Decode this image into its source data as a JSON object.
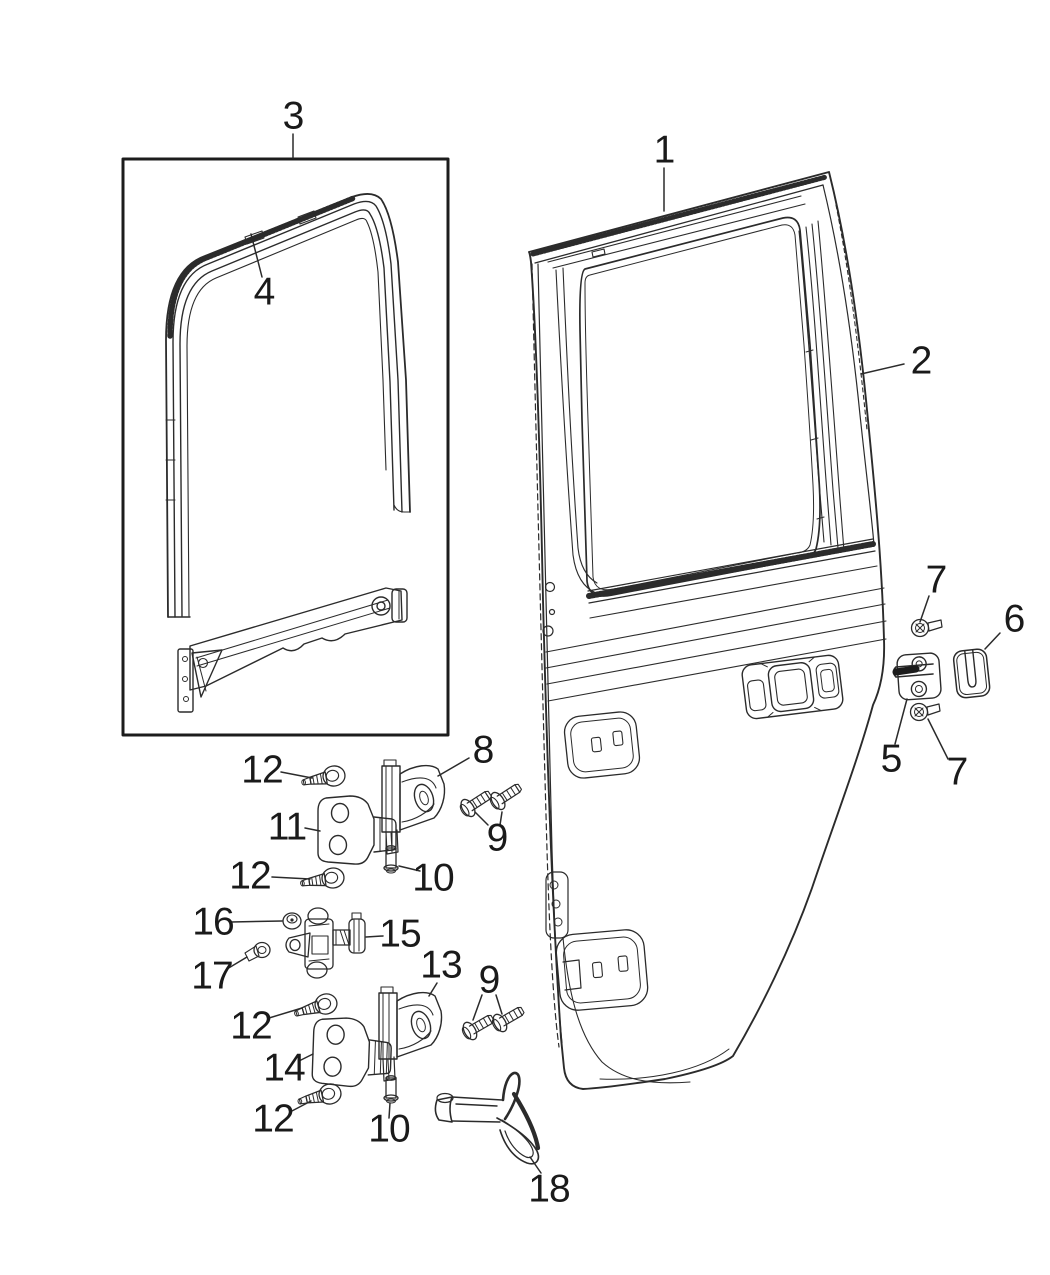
{
  "diagram": {
    "background": "#ffffff",
    "line_color": "#2b2b2b",
    "text_color": "#1a1a1a",
    "callouts": [
      {
        "label": "3"
      },
      {
        "label": "4"
      },
      {
        "label": "1"
      },
      {
        "label": "2"
      },
      {
        "label": "7"
      },
      {
        "label": "6"
      },
      {
        "label": "5"
      },
      {
        "label": "7"
      },
      {
        "label": "12"
      },
      {
        "label": "8"
      },
      {
        "label": "11"
      },
      {
        "label": "9"
      },
      {
        "label": "12"
      },
      {
        "label": "10"
      },
      {
        "label": "16"
      },
      {
        "label": "15"
      },
      {
        "label": "17"
      },
      {
        "label": "12"
      },
      {
        "label": "13"
      },
      {
        "label": "9"
      },
      {
        "label": "14"
      },
      {
        "label": "12"
      },
      {
        "label": "10"
      },
      {
        "label": "18"
      }
    ]
  }
}
